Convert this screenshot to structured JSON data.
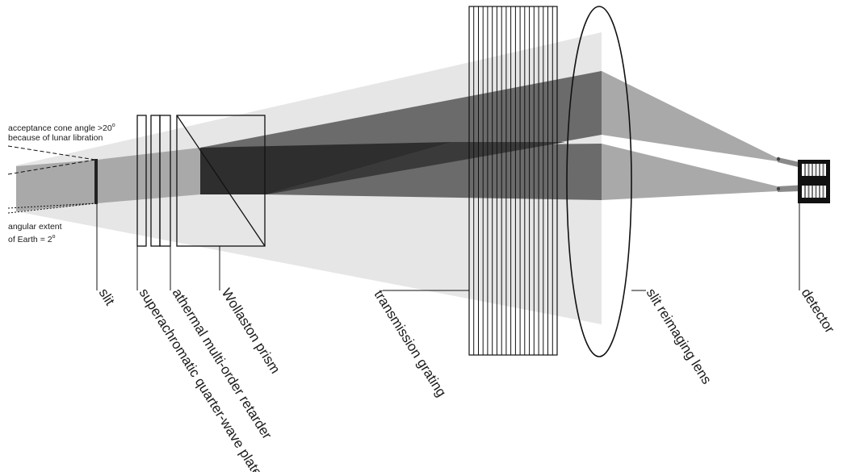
{
  "annotations": {
    "acceptance_line1": "acceptance cone angle >20",
    "acceptance_line2": "because of lunar libration",
    "angular_line1": "angular extent",
    "angular_line2": "of Earth = 2",
    "degree_symbol": "o"
  },
  "components": {
    "slit": "slit",
    "quarter_wave_plate": "superachromatic quarter-wave plate",
    "retarder": "athermal multi-order retarder",
    "wollaston": "Wollaston prism",
    "grating": "transmission grating",
    "lens": "slit reimaging lens",
    "detector": "detector"
  },
  "colors": {
    "light_beam": "#e6e6e6",
    "mid_beam": "#a9a9a9",
    "dark_beam": "#6b6b6b",
    "overlap": "#2e2e2e",
    "outline": "#111111"
  }
}
